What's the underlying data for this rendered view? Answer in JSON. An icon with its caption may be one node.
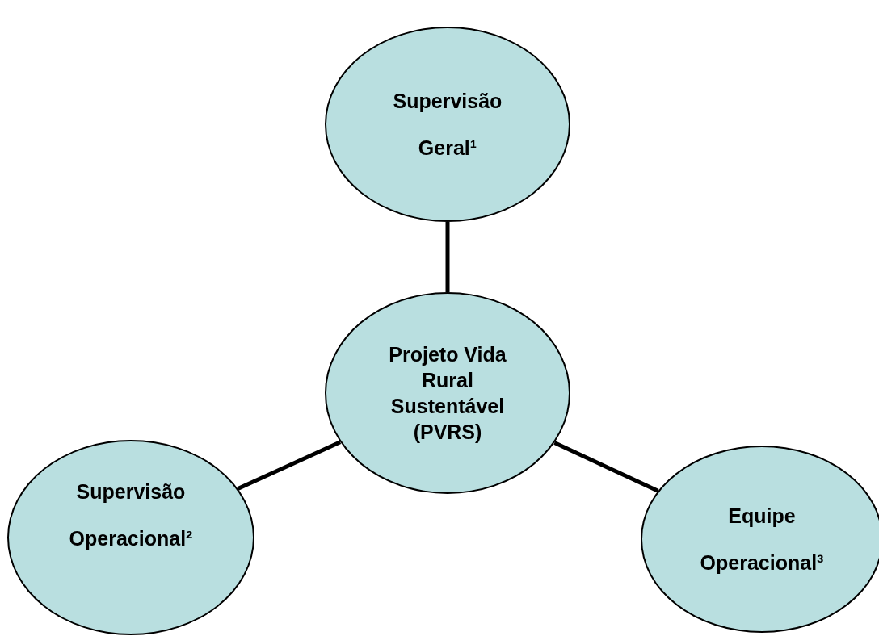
{
  "diagram": {
    "nodes": [
      {
        "text": [
          "Supervisão Geral¹"
        ]
      },
      {
        "text": [
          "Projeto Vida Rural Sustentável (PVRS)"
        ]
      },
      {
        "text": [
          "Supervisão Operacional²"
        ]
      },
      {
        "text": [
          "Equipe Operacional³"
        ]
      }
    ],
    "edges": [
      {
        "from": 1,
        "to": 0,
        "arrow": "none"
      },
      {
        "from": 1,
        "to": 2,
        "arrow": "none"
      },
      {
        "from": 1,
        "to": 3,
        "arrow": "none"
      }
    ]
  }
}
